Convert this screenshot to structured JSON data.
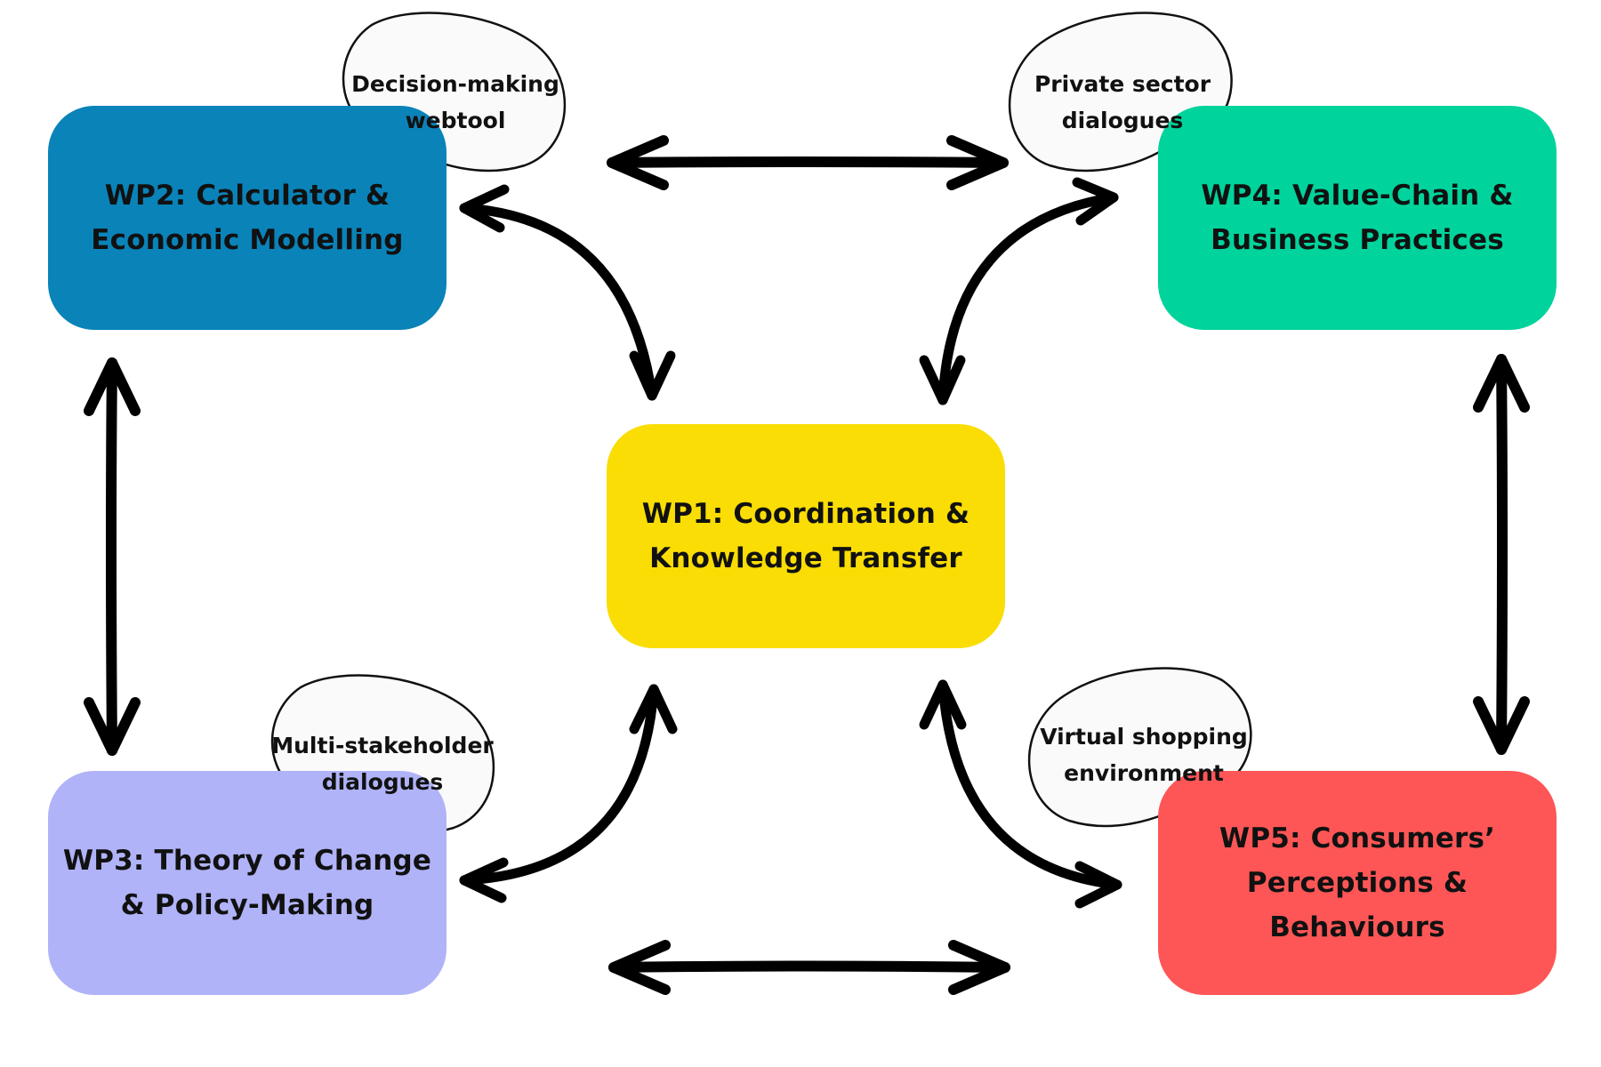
{
  "colors": {
    "wp1": "#f9dd04",
    "wp2": "#0a83b9",
    "wp3": "#b0b3f8",
    "wp4": "#00d39b",
    "wp5": "#fe5656",
    "arrow": "#000000",
    "bubble_fill": "#fafafa"
  },
  "work_packages": {
    "wp1": {
      "line1": "WP1: Coordination &",
      "line2": "Knowledge Transfer"
    },
    "wp2": {
      "line1": "WP2: Calculator &",
      "line2": "Economic Modelling"
    },
    "wp3": {
      "line1": "WP3: Theory of Change",
      "line2": "& Policy-Making"
    },
    "wp4": {
      "line1": "WP4: Value-Chain &",
      "line2": "Business Practices"
    },
    "wp5": {
      "line1": "WP5: Consumers’",
      "line2": "Perceptions &",
      "line3": "Behaviours"
    }
  },
  "bubbles": {
    "wp2": "Decision-making\nwebtool",
    "wp4": "Private sector\ndialogues",
    "wp3": "Multi-stakeholder\ndialogues",
    "wp5": "Virtual shopping\nenvironment"
  },
  "connections": [
    {
      "from": "wp2",
      "to": "wp4",
      "style": "double-headed straight"
    },
    {
      "from": "wp3",
      "to": "wp5",
      "style": "double-headed straight"
    },
    {
      "from": "wp2",
      "to": "wp3",
      "style": "double-headed straight"
    },
    {
      "from": "wp4",
      "to": "wp5",
      "style": "double-headed straight"
    },
    {
      "from": "wp1",
      "to": "wp2",
      "style": "double-headed curved"
    },
    {
      "from": "wp1",
      "to": "wp4",
      "style": "double-headed curved"
    },
    {
      "from": "wp1",
      "to": "wp3",
      "style": "double-headed curved"
    },
    {
      "from": "wp1",
      "to": "wp5",
      "style": "double-headed curved"
    }
  ]
}
